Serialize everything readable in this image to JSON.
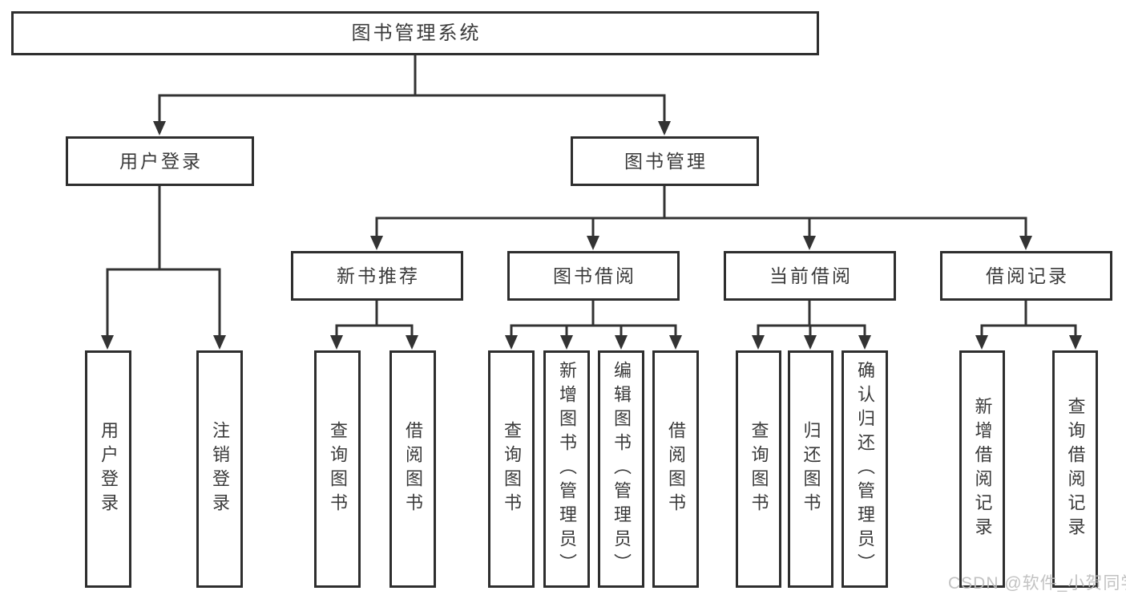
{
  "colors": {
    "line": "#333333",
    "box_border": "#2e2e2e",
    "box_fill": "#ffffff",
    "text": "#3a3a3a",
    "watermark": "#bdbdbd"
  },
  "watermark": {
    "text": "CSDN @软件_小贺同学"
  },
  "tree": {
    "root": "图书管理系统",
    "branches": [
      {
        "label": "用户登录",
        "children": [
          "用户登录",
          "注销登录"
        ]
      },
      {
        "label": "图书管理",
        "sections": [
          {
            "label": "新书推荐",
            "children": [
              "查询图书",
              "借阅图书"
            ]
          },
          {
            "label": "图书借阅",
            "children": [
              "查询图书",
              "新增图书（管理员）",
              "编辑图书（管理员）",
              "借阅图书"
            ]
          },
          {
            "label": "当前借阅",
            "children": [
              "查询图书",
              "归还图书",
              "确认归还（管理员）"
            ]
          },
          {
            "label": "借阅记录",
            "children": [
              "新增借阅记录",
              "查询借阅记录"
            ]
          }
        ]
      }
    ]
  }
}
